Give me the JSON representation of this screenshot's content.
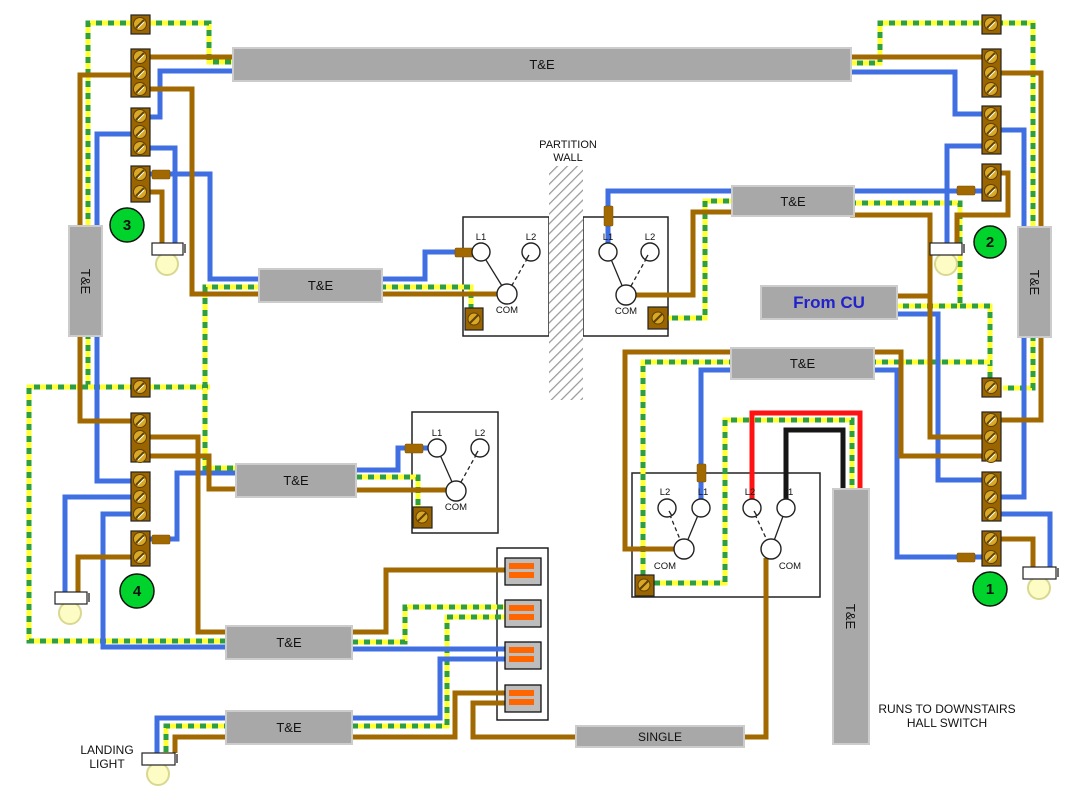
{
  "palette": {
    "wire_brown": "#A16900",
    "wire_blue": "#3F6FE0",
    "earth_yellow": "#FFFF33",
    "earth_green": "#2F9E40",
    "wire_red": "#FF1212",
    "wire_black": "#161616",
    "cable_gray": "#A8A8A8",
    "cable_border": "#CCCCCC",
    "marker_green": "#00D42C",
    "terminal_brown": "#9A6400",
    "screw_gold": "#D9A826",
    "connector_orange": "#FF6600",
    "connector_gray": "#BDBDBD",
    "lamp_yellow": "#FCFCC4",
    "from_cu_blue": "#2222CC"
  },
  "labels": {
    "te": "T&E",
    "single": "SINGLE",
    "from_cu": "From CU",
    "partition_wall": [
      "PARTITION",
      "WALL"
    ],
    "runs_to": [
      "RUNS TO DOWNSTAIRS",
      "HALL SWITCH"
    ],
    "landing_light": [
      "LANDING",
      "LIGHT"
    ]
  },
  "markers": {
    "m1": "1",
    "m2": "2",
    "m3": "3",
    "m4": "4"
  },
  "terminals": {
    "l1": "L1",
    "l2": "L2",
    "com": "COM"
  }
}
